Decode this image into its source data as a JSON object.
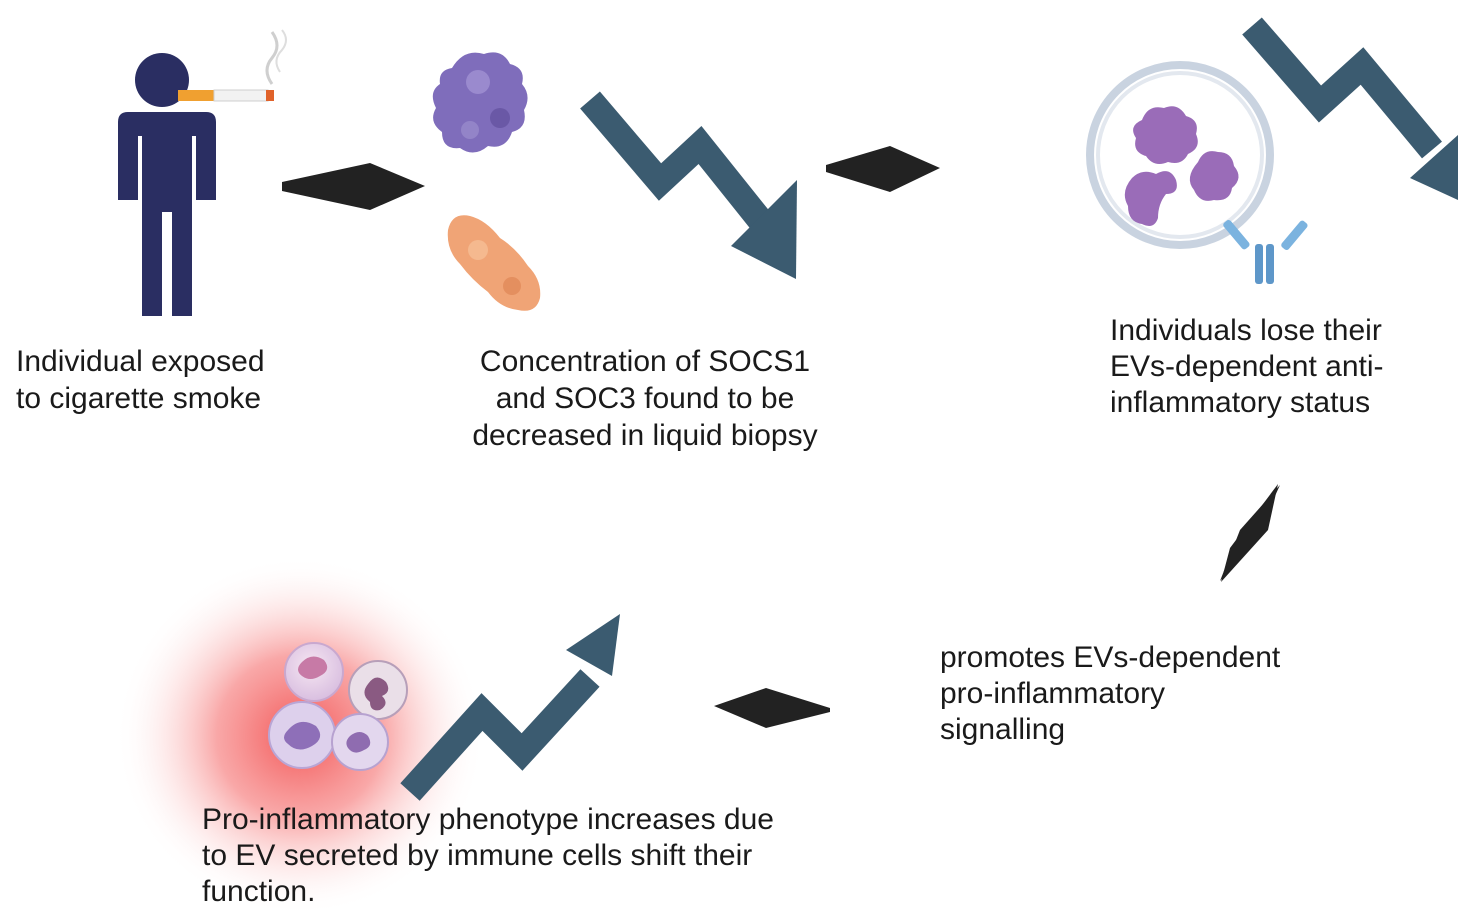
{
  "steps": {
    "exposure": {
      "lines": [
        "Individual exposed",
        "to cigarette smoke"
      ],
      "icon": "smoking-person-icon"
    },
    "biopsy": {
      "lines": [
        "Concentration of SOCS1",
        "and SOC3 found to be",
        "decreased in liquid biopsy"
      ],
      "icons": [
        "socs1-protein-icon",
        "socs3-protein-icon"
      ]
    },
    "status_loss": {
      "lines": [
        "Individuals lose their",
        "EVs-dependent anti-",
        "inflammatory status"
      ],
      "icons": [
        "extracellular-vesicle-icon",
        "antibody-icon"
      ]
    },
    "signalling": {
      "lines": [
        "promotes EVs-dependent",
        "pro-inflammatory",
        "signalling"
      ]
    },
    "phenotype": {
      "lines": [
        "Pro-inflammatory phenotype increases due",
        "to EV secreted by immune cells shift their",
        "function."
      ],
      "icons": [
        "immune-cells-icon"
      ]
    }
  },
  "trends": {
    "decrease_icon": "trend-down-arrow-icon",
    "increase_icon": "trend-up-arrow-icon"
  },
  "colors": {
    "person": "#2a2e62",
    "flow_arrow": "#222222",
    "trend_arrow": "#3b5b70",
    "protein_purple": "#7f6dbb",
    "protein_orange": "#f0a476",
    "vesicle_protein": "#9a6cb8",
    "vesicle_ring": "#c9d3e0",
    "antibody": "#5e97c9",
    "inflammation_glow": "#f24b4b"
  }
}
